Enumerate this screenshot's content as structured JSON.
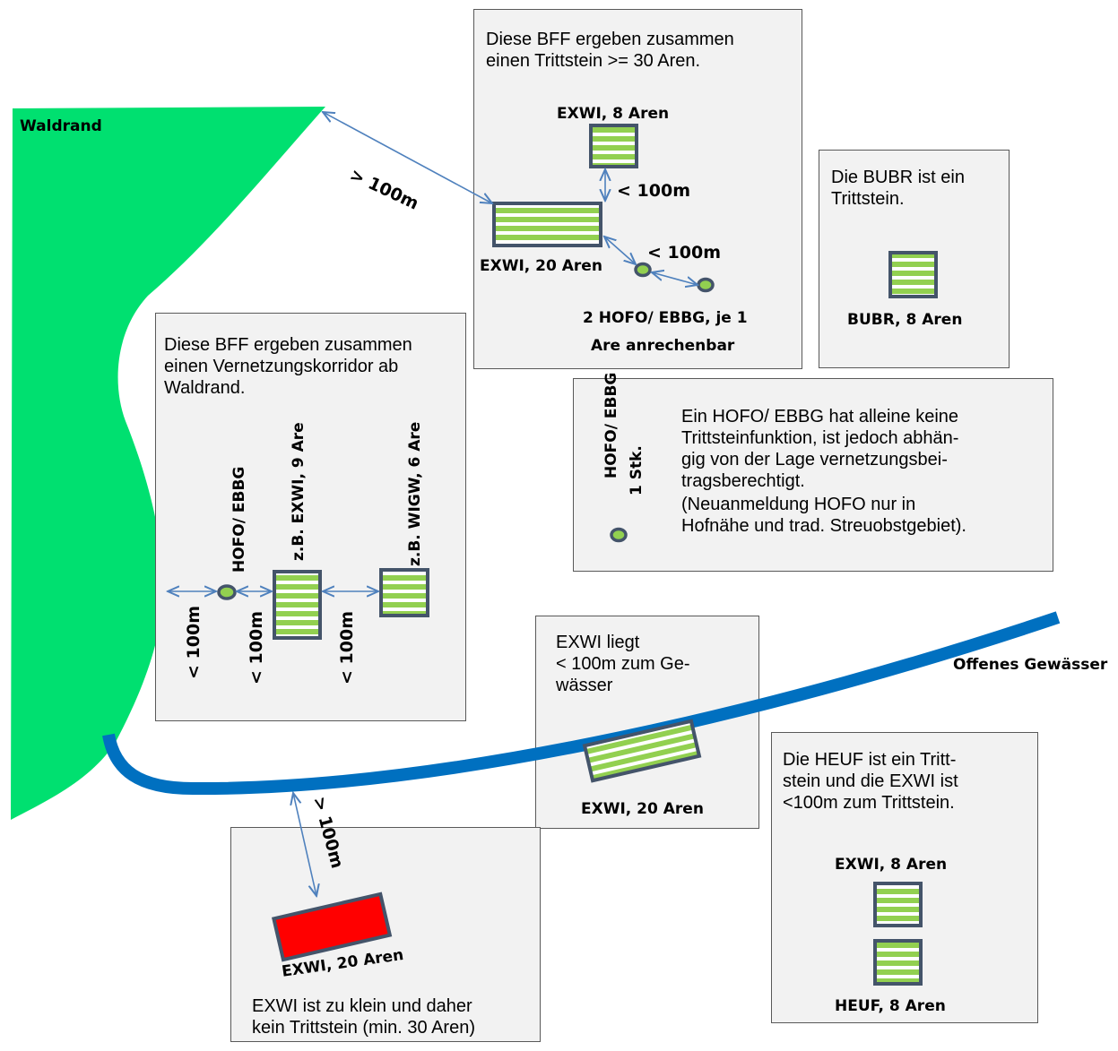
{
  "colors": {
    "forest": "#00e070",
    "water": "#0070c0",
    "stripe_green": "#92d050",
    "frame_blue": "#44546a",
    "arrow_blue": "#4f81bd",
    "too_small_red": "#ff0000"
  },
  "forest": {
    "label": "Waldrand"
  },
  "water": {
    "label": "Offenes Gewässer"
  },
  "stepping_stone_group": {
    "text": "Diese BFF ergeben zusammen\neinen Trittstein >= 30 Aren.",
    "top_label": "EXWI, 8 Aren",
    "main_label": "EXWI, 20 Aren",
    "dist_vertical": "< 100m",
    "dist_diagonal": "< 100m",
    "trees_label_1": "2 HOFO/ EBBG, je 1",
    "trees_label_2": "Are anrechenbar"
  },
  "bubr_panel": {
    "text": "Die BUBR ist ein\nTrittstein.",
    "label": "BUBR, 8 Aren"
  },
  "corridor_panel": {
    "text": "Diese BFF ergeben zusammen\neinen Vernetzungskorridor ab\nWaldrand.",
    "label_tree": "HOFO/ EBBG",
    "label_exwi": "z.B. EXWI, 9 Are",
    "label_wigw": "z.B. WIGW, 6 Are",
    "dist_1": "< 100m",
    "dist_2": "< 100m",
    "dist_3": "< 100m"
  },
  "hofo_panel": {
    "label_1": "HOFO/ EBBG",
    "label_2": "1 Stk.",
    "text": "Ein HOFO/ EBBG hat alleine keine\nTrittsteinfunktion, ist jedoch abhän-\ngig von der Lage vernetzungsbei-\ntragsberechtigt.",
    "note": "(Neuanmeldung HOFO nur in\nHofnähe und trad. Streuobstgebiet)."
  },
  "water_panel": {
    "text": "EXWI liegt\n< 100m zum Ge-\nwässer",
    "label": "EXWI, 20 Aren"
  },
  "heuf_panel": {
    "text": "Die HEUF ist ein Tritt-\nstein und die EXWI ist\n<100m zum Trittstein.",
    "label_exwi": "EXWI, 8 Aren",
    "label_heuf": "HEUF, 8 Aren"
  },
  "small_panel": {
    "label": "EXWI, 20 Aren",
    "text": "EXWI ist zu klein und daher\nkein Trittstein (min. 30 Aren)"
  },
  "dist_forest": "> 100m",
  "dist_water": "> 100m"
}
